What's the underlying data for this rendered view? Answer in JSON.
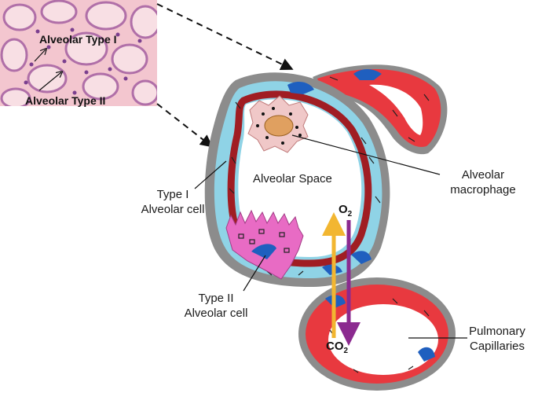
{
  "micrograph": {
    "label_type1": "Alveolar Type I",
    "label_type2": "Alveolar Type II"
  },
  "labels": {
    "alveolar_space": "Alveolar Space",
    "macrophage_line1": "Alveolar",
    "macrophage_line2": "macrophage",
    "type1_line1": "Type I",
    "type1_line2": "Alveolar cell",
    "type2_line1": "Type II",
    "type2_line2": "Alveolar cell",
    "capillaries_line1": "Pulmonary",
    "capillaries_line2": "Capillaries"
  },
  "gases": {
    "o2_base": "O",
    "o2_sub": "2",
    "co2_base": "CO",
    "co2_sub": "2"
  },
  "colors": {
    "wall_gray": "#8c8c8c",
    "interstitium_blue": "#8fd3e6",
    "blood_red": "#e8393f",
    "capillary_dark_red": "#a01d23",
    "type2_pink": "#e86bc4",
    "macrophage_tan": "#e0a060",
    "co2_arrow": "#f2b631",
    "o2_arrow": "#8b2a8f",
    "micrograph_bg": "#f3c6cf"
  }
}
